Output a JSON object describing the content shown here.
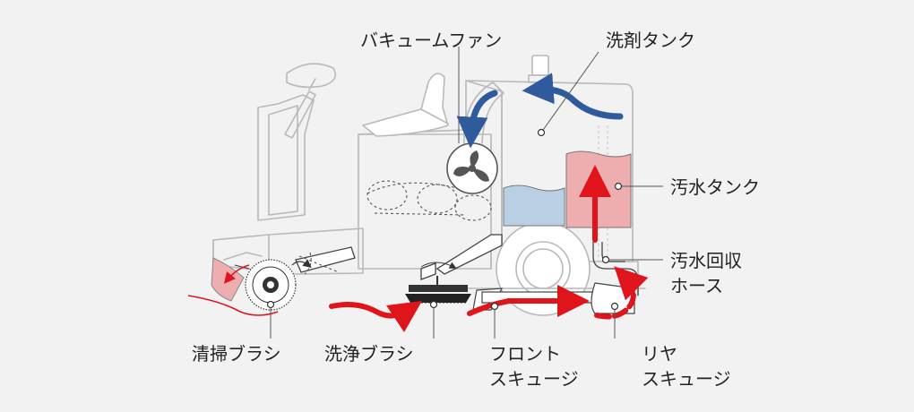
{
  "colors": {
    "background": "#f2f2f2",
    "machine_outline": "#b9b9b9",
    "clean_water": "#b9cfe3",
    "dirty_water": "#eeaeb0",
    "air_flow_arrow": "#2f5a9e",
    "dirty_flow_arrow": "#e0141b"
  },
  "labels": {
    "vacuum_fan": "バキュームファン",
    "detergent_tank": "洗剤タンク",
    "waste_tank": "汚水タンク",
    "waste_hose_line1": "汚水回収",
    "waste_hose_line2": "ホース",
    "cleaning_brush": "清掃ブラシ",
    "wash_brush": "洗浄ブラシ",
    "front_squeegee_line1": "フロント",
    "front_squeegee_line2": "スキュージ",
    "rear_squeegee_line1": "リヤ",
    "rear_squeegee_line2": "スキュージ"
  },
  "icons": {
    "fan": "fan-icon",
    "air_flow": "blue-arrow-icon",
    "dirty_flow": "red-arrow-icon"
  }
}
